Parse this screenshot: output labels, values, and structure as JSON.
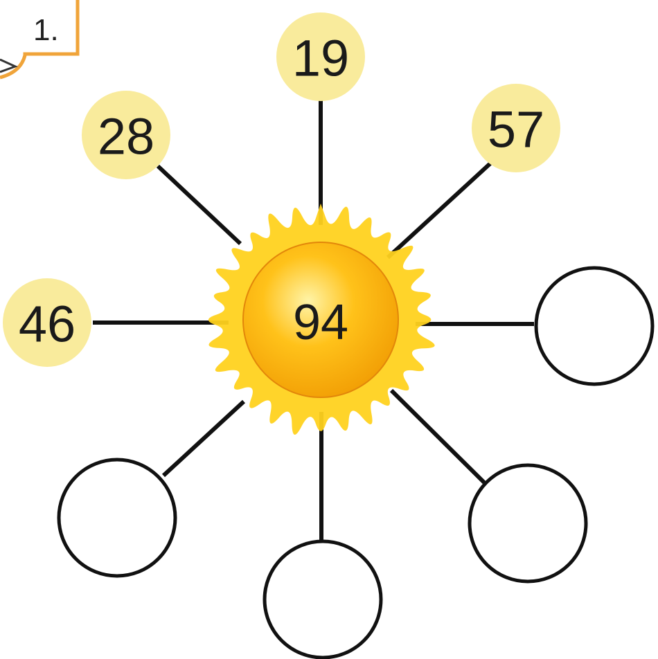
{
  "exercise": {
    "number": "1."
  },
  "sun": {
    "value": "94",
    "colors": {
      "rays": "#ffd21f",
      "core_light": "#fff4a8",
      "core_mid": "#ffc21a",
      "core_dark": "#f29f05",
      "core_edge": "#e2860a"
    }
  },
  "filled_nodes": [
    {
      "value": "19",
      "direction": "top"
    },
    {
      "value": "57",
      "direction": "top-right"
    },
    {
      "value": "28",
      "direction": "top-left"
    },
    {
      "value": "46",
      "direction": "left"
    }
  ],
  "empty_nodes": [
    {
      "value": "",
      "direction": "right"
    },
    {
      "value": "",
      "direction": "bottom-right"
    },
    {
      "value": "",
      "direction": "bottom"
    },
    {
      "value": "",
      "direction": "bottom-left"
    }
  ],
  "colors": {
    "node_fill": "#f9eb9c",
    "line": "#111111",
    "empty_stroke": "#111111",
    "tag_border": "#f0a43a"
  }
}
